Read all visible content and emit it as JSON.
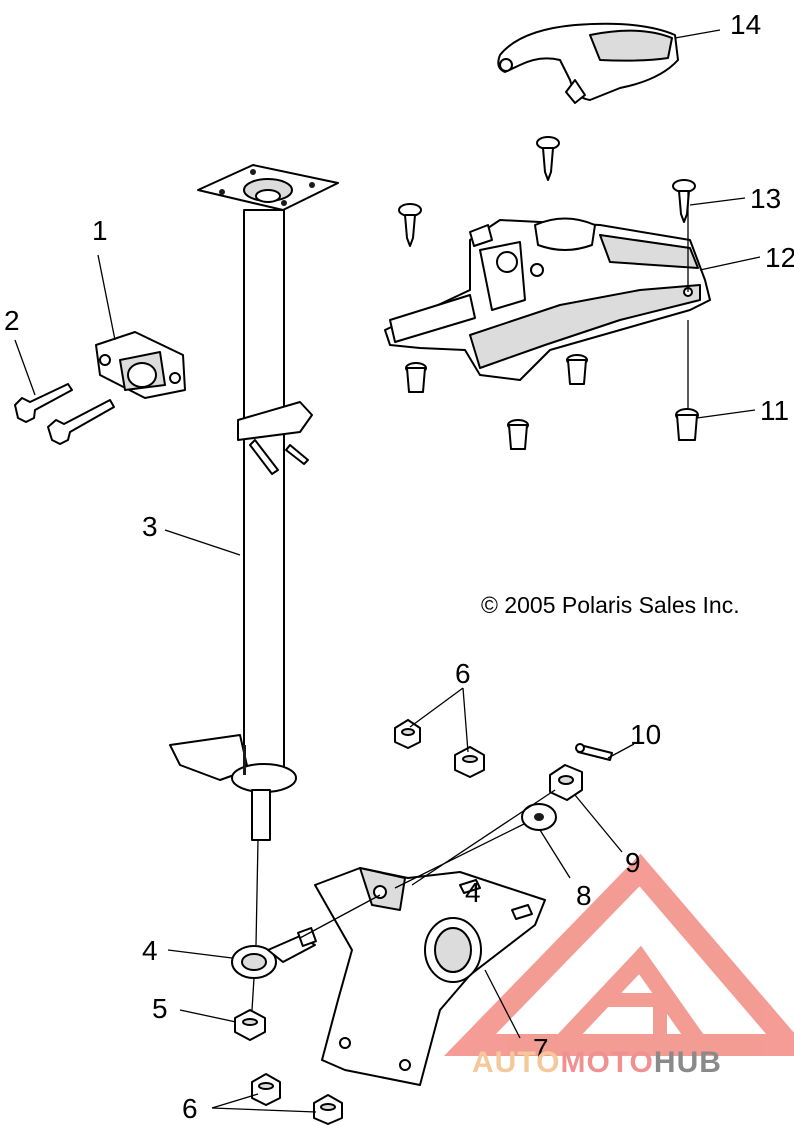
{
  "copyright": "© 2005 Polaris Sales Inc.",
  "callouts": [
    {
      "id": "c1",
      "label": "1"
    },
    {
      "id": "c2",
      "label": "2"
    },
    {
      "id": "c3",
      "label": "3"
    },
    {
      "id": "c4a",
      "label": "4"
    },
    {
      "id": "c4b",
      "label": "4"
    },
    {
      "id": "c5",
      "label": "5"
    },
    {
      "id": "c6a",
      "label": "6"
    },
    {
      "id": "c6b",
      "label": "6"
    },
    {
      "id": "c7",
      "label": "7"
    },
    {
      "id": "c8",
      "label": "8"
    },
    {
      "id": "c9",
      "label": "9"
    },
    {
      "id": "c10",
      "label": "10"
    },
    {
      "id": "c11",
      "label": "11"
    },
    {
      "id": "c12",
      "label": "12"
    },
    {
      "id": "c13",
      "label": "13"
    },
    {
      "id": "c14",
      "label": "14"
    }
  ],
  "watermark": {
    "brand_part1": "AUTO",
    "brand_part2": "MOTO",
    "brand_part3": "HUB",
    "color_part1": "#f5c89a",
    "color_part2": "#f09090",
    "color_part3": "#8a8a8a",
    "logo_color": "#f28b82"
  }
}
